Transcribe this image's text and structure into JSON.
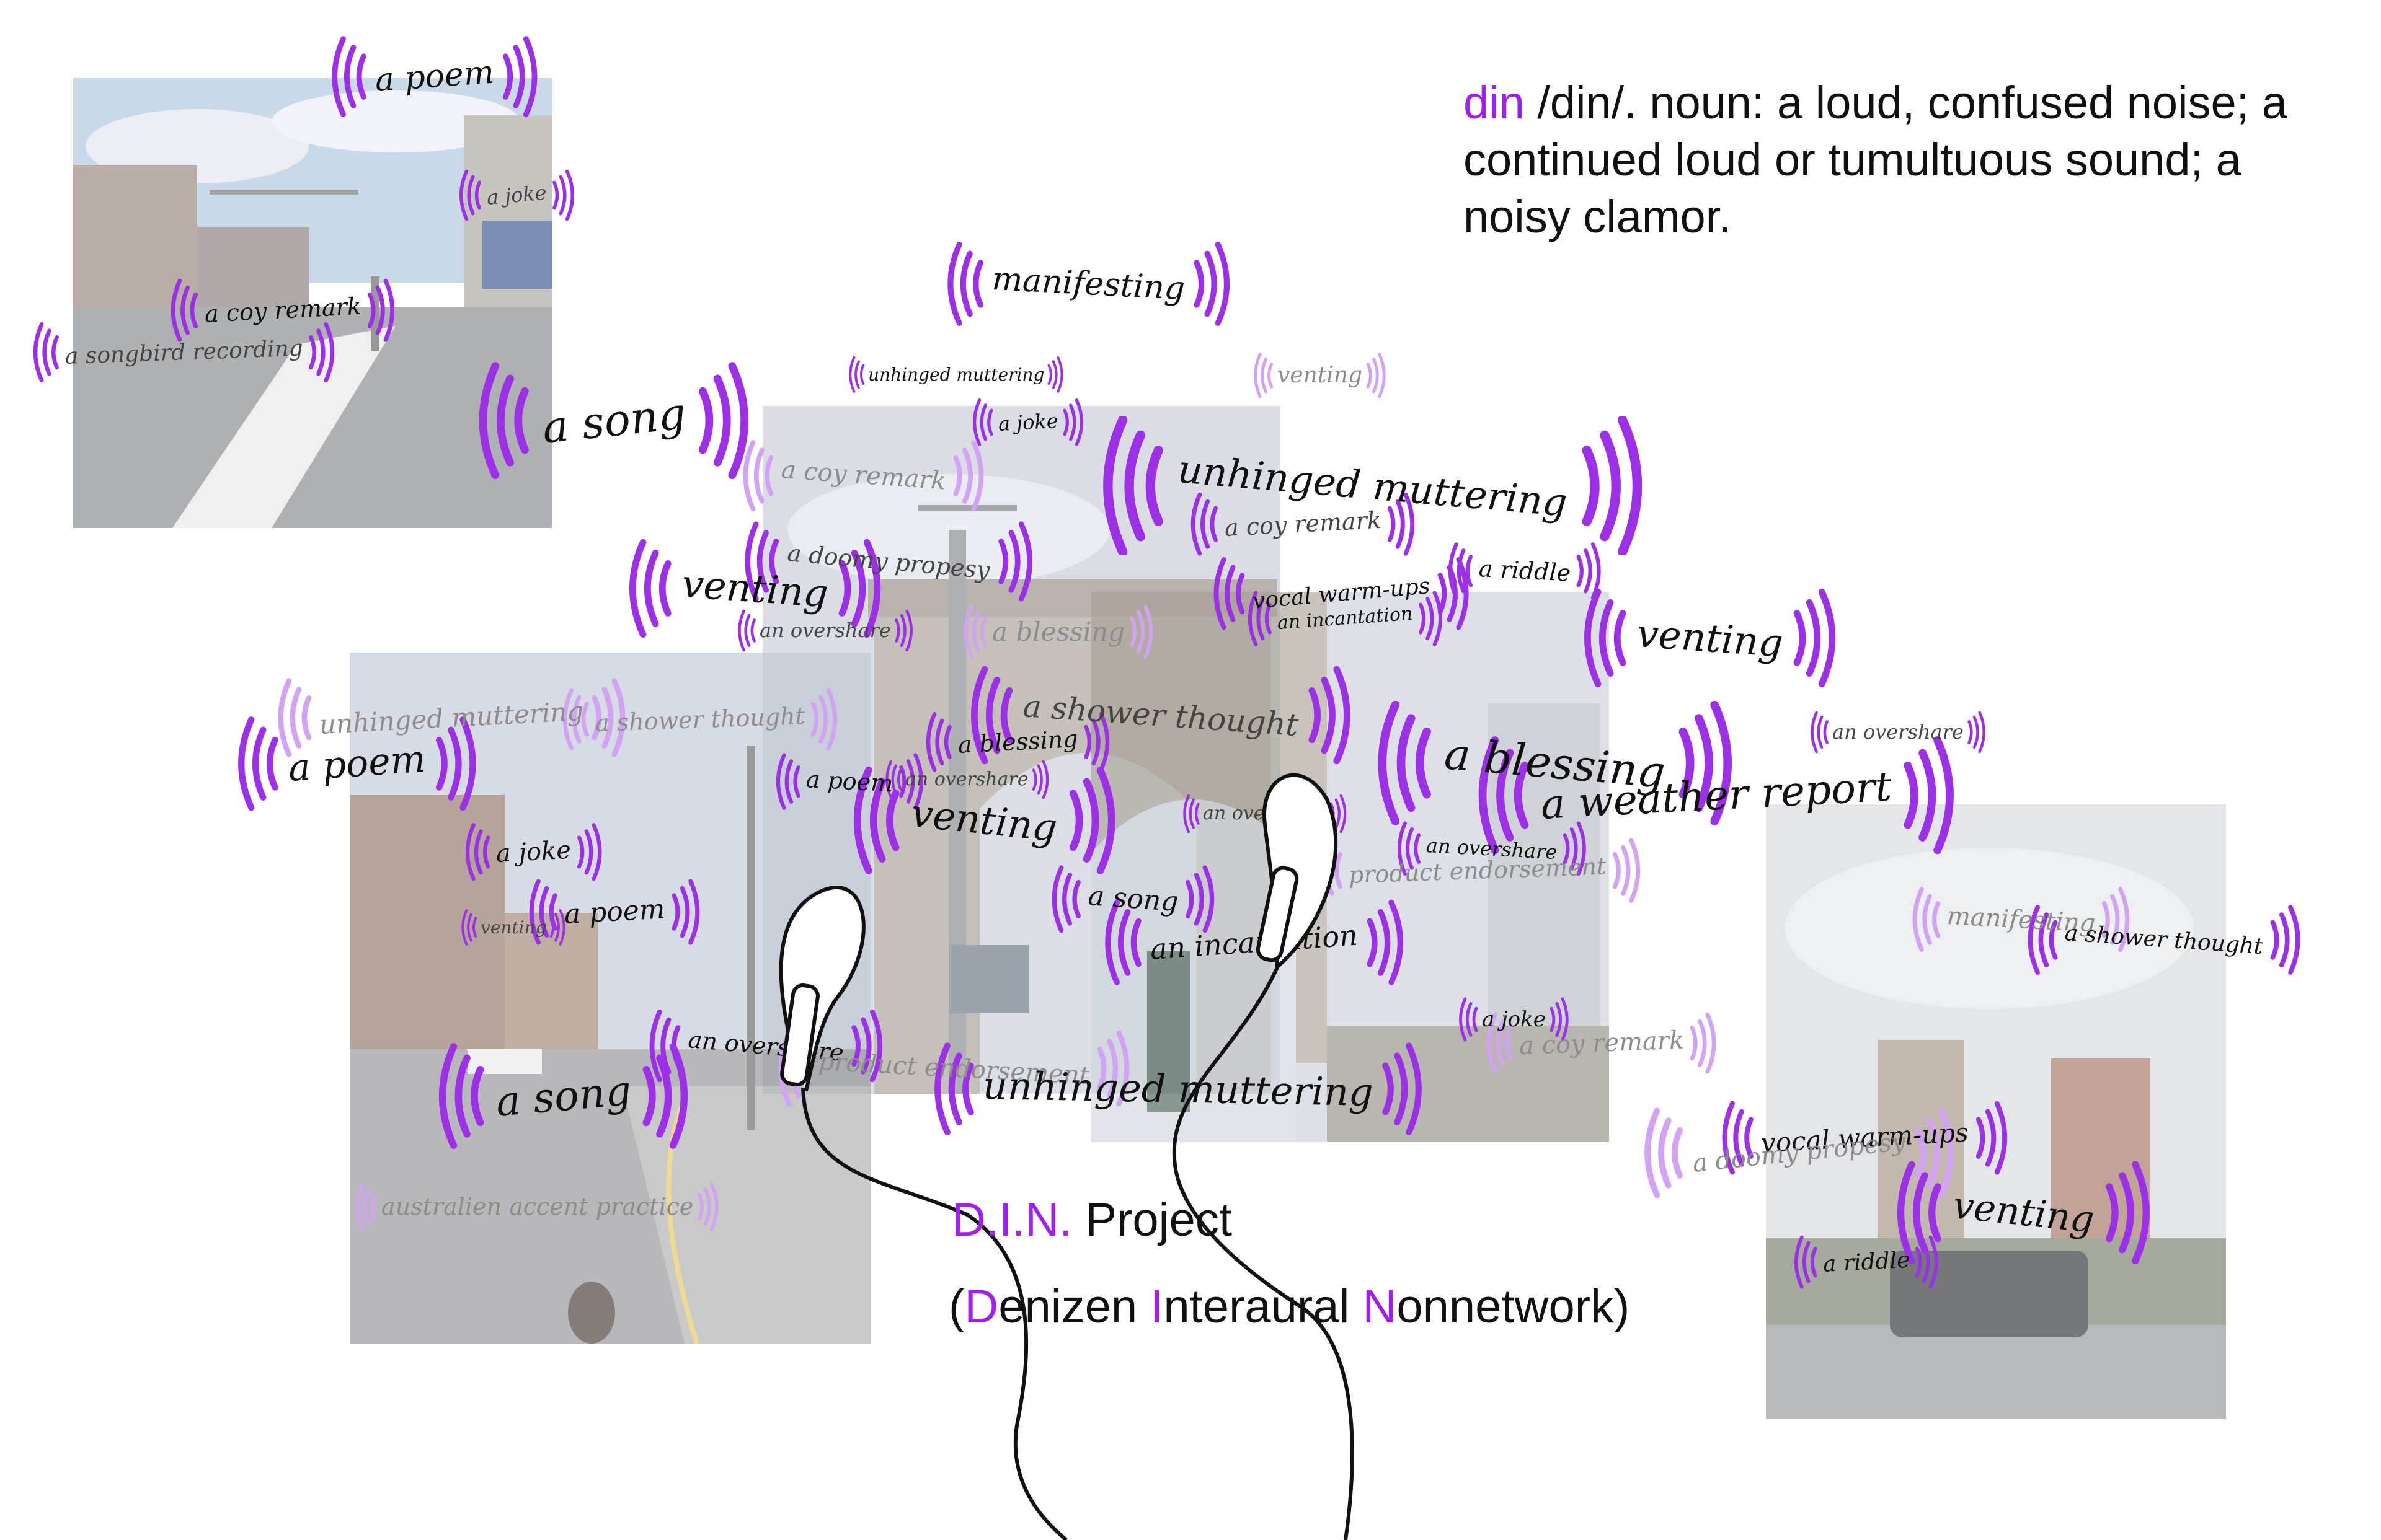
{
  "definition": {
    "word": "din",
    "rest_line1": " /din/. noun: a loud, confused noise; a",
    "line2": "continued loud or tumultuous sound; a",
    "line3": "noisy clamor."
  },
  "project": {
    "title_letters": [
      "D",
      ".",
      "I",
      ".",
      "N",
      "."
    ],
    "title_rest": " Project",
    "sub_open": "(",
    "sub_d": "D",
    "sub_enizen": "enizen ",
    "sub_i": "I",
    "sub_nteraural": "nteraural ",
    "sub_n": "N",
    "sub_onnetwork": "onnetwork)"
  },
  "colors": {
    "accent": "#a020f0",
    "wave": "#9b30e6",
    "wave_faint": "#d2a3f3",
    "ink": "#111111",
    "faint_ink": "#8c8c8c"
  },
  "labels": [
    "a poem",
    "a joke",
    "a coy remark",
    "a songbird recording",
    "a song",
    "manifesting",
    "unhinged muttering",
    "venting",
    "a joke",
    "a coy remark",
    "unhinged muttering",
    "a coy remark",
    "a doomy propesy",
    "a riddle",
    "venting",
    "vocal warm-ups",
    "an incantation",
    "an overshare",
    "venting",
    "a blessing",
    "unhinged muttering",
    "a shower thought",
    "a poem",
    "a shower thought",
    "a blessing",
    "a poem",
    "an overshare",
    "venting",
    "an overshare",
    "a blessing",
    "a weather report",
    "an overshare",
    "a joke",
    "venting",
    "a poem",
    "an overshare",
    "product endorsement",
    "a song",
    "an incantation",
    "a joke",
    "a coy remark",
    "manifesting",
    "a shower thought",
    "an overshare",
    "product endorsement",
    "a song",
    "unhinged muttering",
    "vocal warm-ups",
    "a doomy propesy",
    "venting",
    "australien accent practice",
    "a riddle"
  ],
  "icons": [
    "sound-wave-icon",
    "earbud-icon"
  ]
}
